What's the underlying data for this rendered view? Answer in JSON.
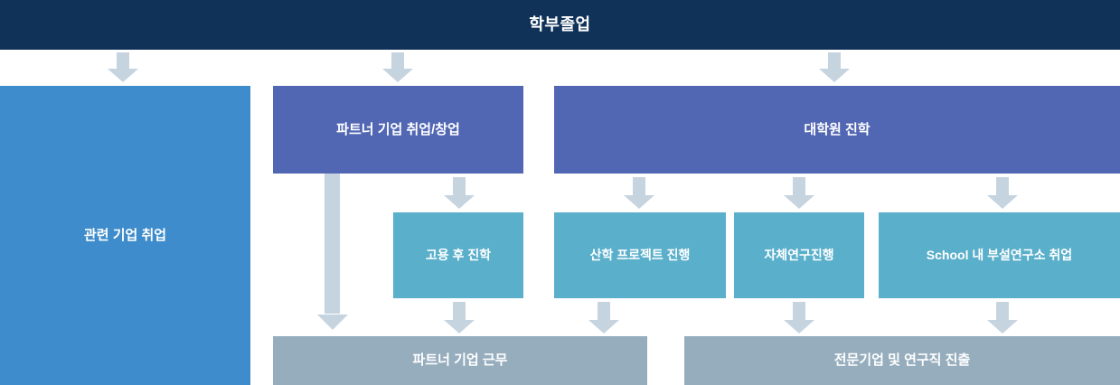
{
  "diagram": {
    "type": "flowchart",
    "title": "학부졸업",
    "colors": {
      "navy": "#103259",
      "blue": "#3e8ccb",
      "indigo": "#5267b4",
      "teal": "#5aafcb",
      "steel": "#96adbd",
      "arrow": "#c6d4e0",
      "background": "#ffffff"
    },
    "nodes": {
      "related_company_employment": "관련 기업 취업",
      "partner_company_job_startup": "파트너 기업 취업/창업",
      "graduate_school": "대학원 진학",
      "employ_then_study": "고용 후 진학",
      "industry_academic_project": "산학 프로젝트 진행",
      "own_research": "자체연구진행",
      "school_affiliated_lab_job": "School 내 부설연구소 취업",
      "partner_company_work": "파트너 기업 근무",
      "professional_research_career": "전문기업 및 연구직 진출"
    }
  }
}
